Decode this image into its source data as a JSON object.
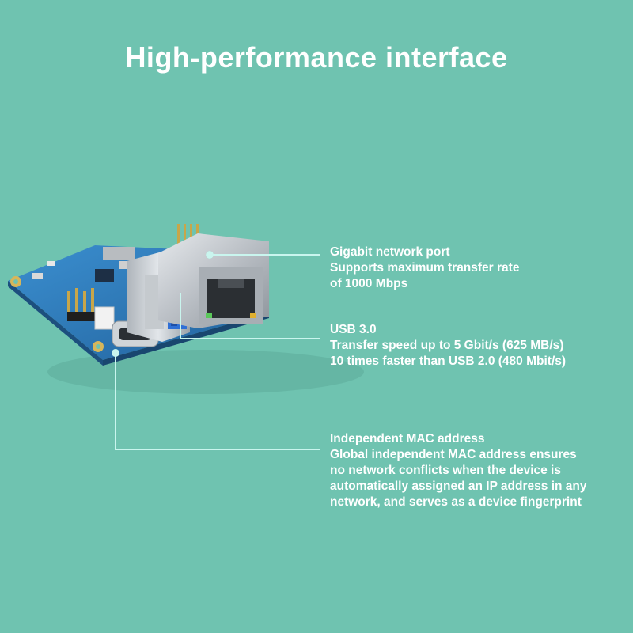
{
  "header": {
    "title": "High-performance interface"
  },
  "features": [
    {
      "title": "Gigabit network port",
      "lines": [
        "Supports maximum transfer rate",
        "of 1000 Mbps"
      ]
    },
    {
      "title": "USB 3.0",
      "lines": [
        "Transfer speed up to 5 Gbit/s (625 MB/s)",
        "10 times faster than USB 2.0 (480 Mbit/s)"
      ]
    },
    {
      "title": "Independent MAC address",
      "lines": [
        "Global independent MAC address ensures",
        "no network conflicts when the device is",
        "automatically assigned an IP address in any",
        "network, and serves as a device fingerprint"
      ]
    }
  ],
  "colors": {
    "background": "#6fc3b0",
    "leader_line": "#c9f5ee",
    "board": "#2d78b8",
    "usb_port_inner": "#2f6fd6",
    "text": "#ffffff"
  }
}
